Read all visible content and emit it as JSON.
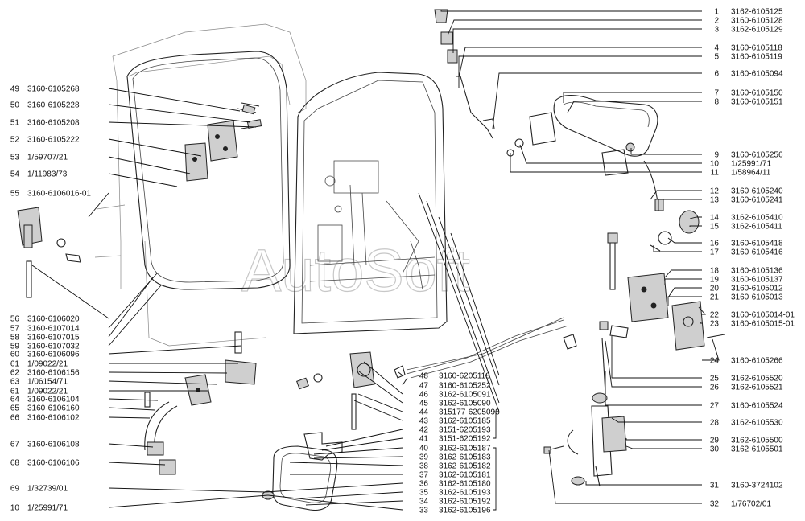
{
  "watermark": "AutoSoft",
  "callouts_right": [
    {
      "num": "1",
      "code": "3162-6105125"
    },
    {
      "num": "2",
      "code": "3160-6105128"
    },
    {
      "num": "3",
      "code": "3162-6105129"
    },
    {
      "num": "4",
      "code": "3160-6105118"
    },
    {
      "num": "5",
      "code": "3160-6105119"
    },
    {
      "num": "6",
      "code": "3160-6105094"
    },
    {
      "num": "7",
      "code": "3160-6105150"
    },
    {
      "num": "8",
      "code": "3160-6105151"
    },
    {
      "num": "9",
      "code": "3160-6105256"
    },
    {
      "num": "10",
      "code": "1/25991/71"
    },
    {
      "num": "11",
      "code": "1/58964/11"
    },
    {
      "num": "12",
      "code": "3160-6105240"
    },
    {
      "num": "13",
      "code": "3160-6105241"
    },
    {
      "num": "14",
      "code": "3162-6105410"
    },
    {
      "num": "15",
      "code": "3162-6105411"
    },
    {
      "num": "16",
      "code": "3160-6105418"
    },
    {
      "num": "17",
      "code": "3160-6105416"
    },
    {
      "num": "18",
      "code": "3160-6105136"
    },
    {
      "num": "19",
      "code": "3160-6105137"
    },
    {
      "num": "20",
      "code": "3160-6105012"
    },
    {
      "num": "21",
      "code": "3160-6105013"
    },
    {
      "num": "22",
      "code": "3160-6105014-01"
    },
    {
      "num": "23",
      "code": "3160-6105015-01"
    },
    {
      "num": "24",
      "code": "3160-6105266"
    },
    {
      "num": "25",
      "code": "3162-6105520"
    },
    {
      "num": "26",
      "code": "3162-6105521"
    },
    {
      "num": "27",
      "code": "3160-6105524"
    },
    {
      "num": "28",
      "code": "3162-6105530"
    },
    {
      "num": "29",
      "code": "3162-6105500"
    },
    {
      "num": "30",
      "code": "3162-6105501"
    },
    {
      "num": "31",
      "code": "3160-3724102"
    },
    {
      "num": "32",
      "code": "1/76702/01"
    }
  ],
  "callouts_left": [
    {
      "num": "49",
      "code": "3160-6105268"
    },
    {
      "num": "50",
      "code": "3160-6105228"
    },
    {
      "num": "51",
      "code": "3160-6105208"
    },
    {
      "num": "52",
      "code": "3160-6105222"
    },
    {
      "num": "53",
      "code": "1/59707/21"
    },
    {
      "num": "54",
      "code": "1/11983/73"
    },
    {
      "num": "55",
      "code": "3160-6106016-01"
    },
    {
      "num": "56",
      "code": "3160-6106020"
    },
    {
      "num": "57",
      "code": "3160-6107014"
    },
    {
      "num": "58",
      "code": "3160-6107015"
    },
    {
      "num": "59",
      "code": "3160-6107032"
    },
    {
      "num": "60",
      "code": "3160-6106096"
    },
    {
      "num": "61",
      "code": "1/09022/21"
    },
    {
      "num": "62",
      "code": "3160-6106156"
    },
    {
      "num": "63",
      "code": "1/06154/71"
    },
    {
      "num": "61",
      "code": "1/09022/21"
    },
    {
      "num": "64",
      "code": "3160-6106104"
    },
    {
      "num": "65",
      "code": "3160-6106160"
    },
    {
      "num": "66",
      "code": "3160-6106102"
    },
    {
      "num": "67",
      "code": "3160-6106108"
    },
    {
      "num": "68",
      "code": "3160-6106106"
    },
    {
      "num": "69",
      "code": "1/32739/01"
    },
    {
      "num": "10",
      "code": "1/25991/71"
    }
  ],
  "callouts_center": [
    {
      "num": "48",
      "code": "3160-6205118"
    },
    {
      "num": "47",
      "code": "3160-6105252"
    },
    {
      "num": "46",
      "code": "3162-6105091"
    },
    {
      "num": "45",
      "code": "3162-6105090"
    },
    {
      "num": "44",
      "code": "315177-6205098"
    },
    {
      "num": "43",
      "code": "3162-6105185"
    },
    {
      "num": "42",
      "code": "3151-6205193"
    },
    {
      "num": "41",
      "code": "3151-6205192"
    },
    {
      "num": "40",
      "code": "3162-6105187"
    },
    {
      "num": "39",
      "code": "3162-6105183"
    },
    {
      "num": "38",
      "code": "3162-6105182"
    },
    {
      "num": "37",
      "code": "3162-6105181"
    },
    {
      "num": "36",
      "code": "3162-6105180"
    },
    {
      "num": "35",
      "code": "3162-6105193"
    },
    {
      "num": "34",
      "code": "3162-6105192"
    },
    {
      "num": "33",
      "code": "3162-6105196"
    }
  ]
}
